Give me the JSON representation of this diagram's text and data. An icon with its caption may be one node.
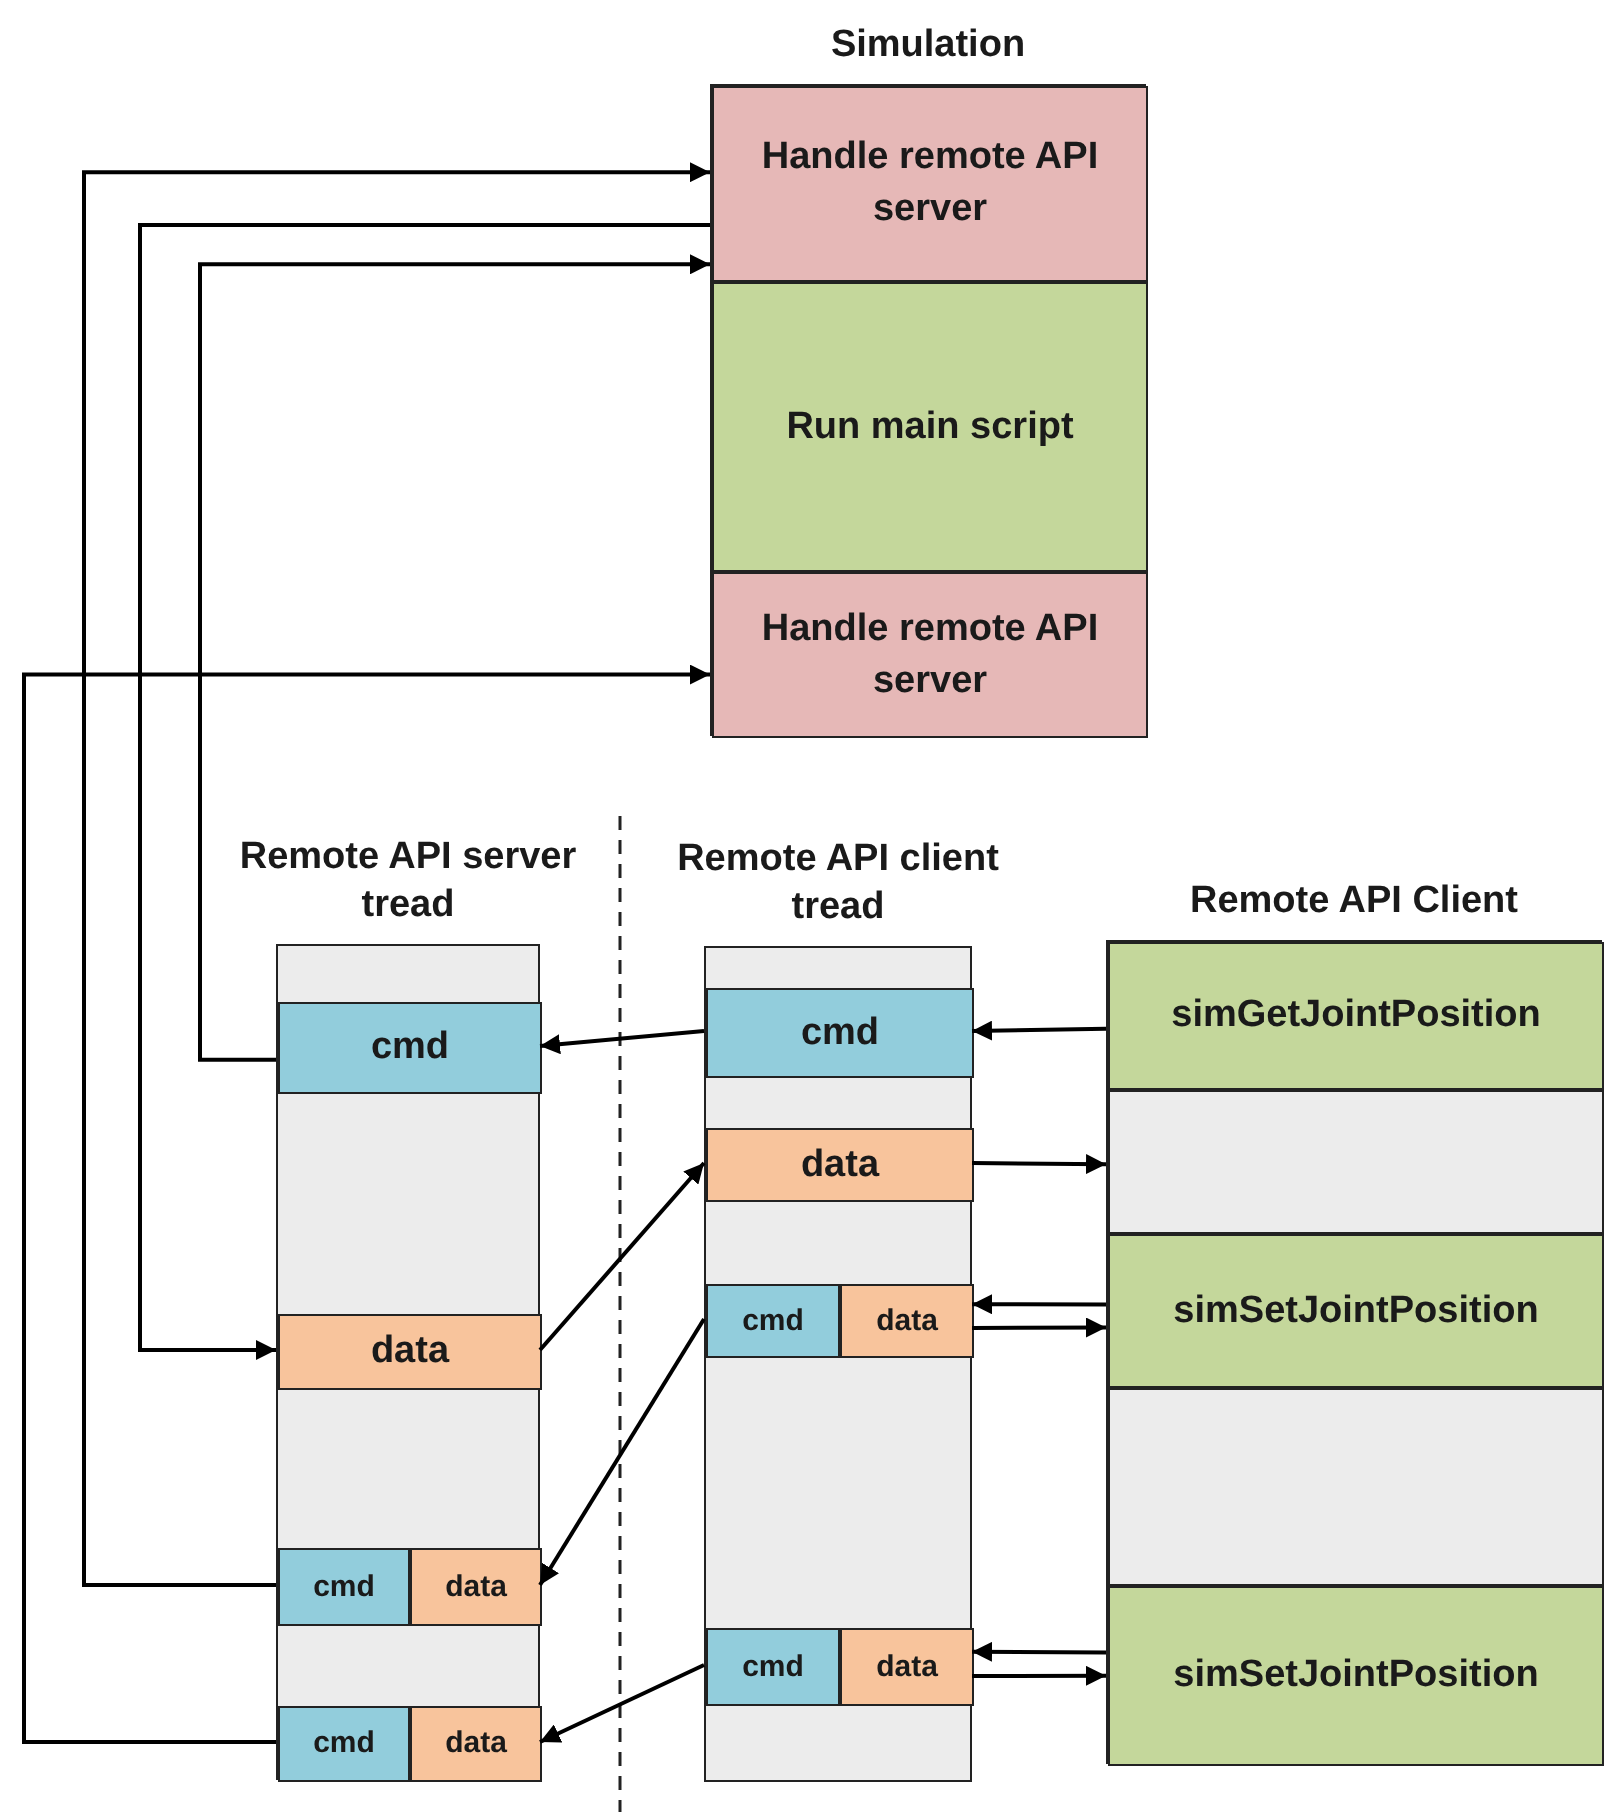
{
  "diagram": {
    "nodes": [
      {
        "text": [
          "Simulation"
        ]
      },
      {
        "text": [
          "Handle remote API server"
        ],
        "in": 0
      },
      {
        "text": [
          "Run main script"
        ],
        "in": 0
      },
      {
        "text": [
          "Handle remote API server"
        ],
        "in": 0
      },
      {
        "text": [
          "Remote API server tread"
        ]
      },
      {
        "text": [
          "cmd"
        ],
        "in": 4
      },
      {
        "text": [
          "data"
        ],
        "in": 4
      },
      {
        "text": [
          "cmd"
        ],
        "in": 4
      },
      {
        "text": [
          "data"
        ],
        "in": 4
      },
      {
        "text": [
          "cmd"
        ],
        "in": 4
      },
      {
        "text": [
          "data"
        ],
        "in": 4
      },
      {
        "text": [
          "Remote API client tread"
        ]
      },
      {
        "text": [
          "cmd"
        ],
        "in": 11
      },
      {
        "text": [
          "data"
        ],
        "in": 11
      },
      {
        "text": [
          "cmd"
        ],
        "in": 11
      },
      {
        "text": [
          "data"
        ],
        "in": 11
      },
      {
        "text": [
          "cmd"
        ],
        "in": 11
      },
      {
        "text": [
          "data"
        ],
        "in": 11
      },
      {
        "text": [
          "Remote API Client"
        ]
      },
      {
        "text": [
          "simGetJointPosition"
        ],
        "in": 18
      },
      {
        "text": [],
        "shape": "box",
        "in": 18
      },
      {
        "text": [
          "simSetJointPosition"
        ],
        "in": 18
      },
      {
        "text": [],
        "shape": "box",
        "in": 18
      },
      {
        "text": [
          "simSetJointPosition"
        ],
        "in": 18
      }
    ],
    "edges": [
      {
        "from": 19,
        "to": 12,
        "arrow": "to"
      },
      {
        "from": 12,
        "to": 5,
        "arrow": "to"
      },
      {
        "from": 5,
        "to": 1,
        "arrow": "to"
      },
      {
        "from": 1,
        "to": 6,
        "arrow": "to"
      },
      {
        "from": 6,
        "to": 13,
        "arrow": "to"
      },
      {
        "from": 13,
        "to": 20,
        "arrow": "to"
      },
      {
        "from": 21,
        "to": 15,
        "arrow": "to"
      },
      {
        "from": 15,
        "to": 21,
        "arrow": "to"
      },
      {
        "from": 14,
        "to": 8,
        "arrow": "to"
      },
      {
        "from": 7,
        "to": 1,
        "arrow": "to"
      },
      {
        "from": 23,
        "to": 17,
        "arrow": "to"
      },
      {
        "from": 17,
        "to": 23,
        "arrow": "to"
      },
      {
        "from": 16,
        "to": 10,
        "arrow": "to"
      },
      {
        "from": 9,
        "to": 3,
        "arrow": "to"
      }
    ]
  }
}
